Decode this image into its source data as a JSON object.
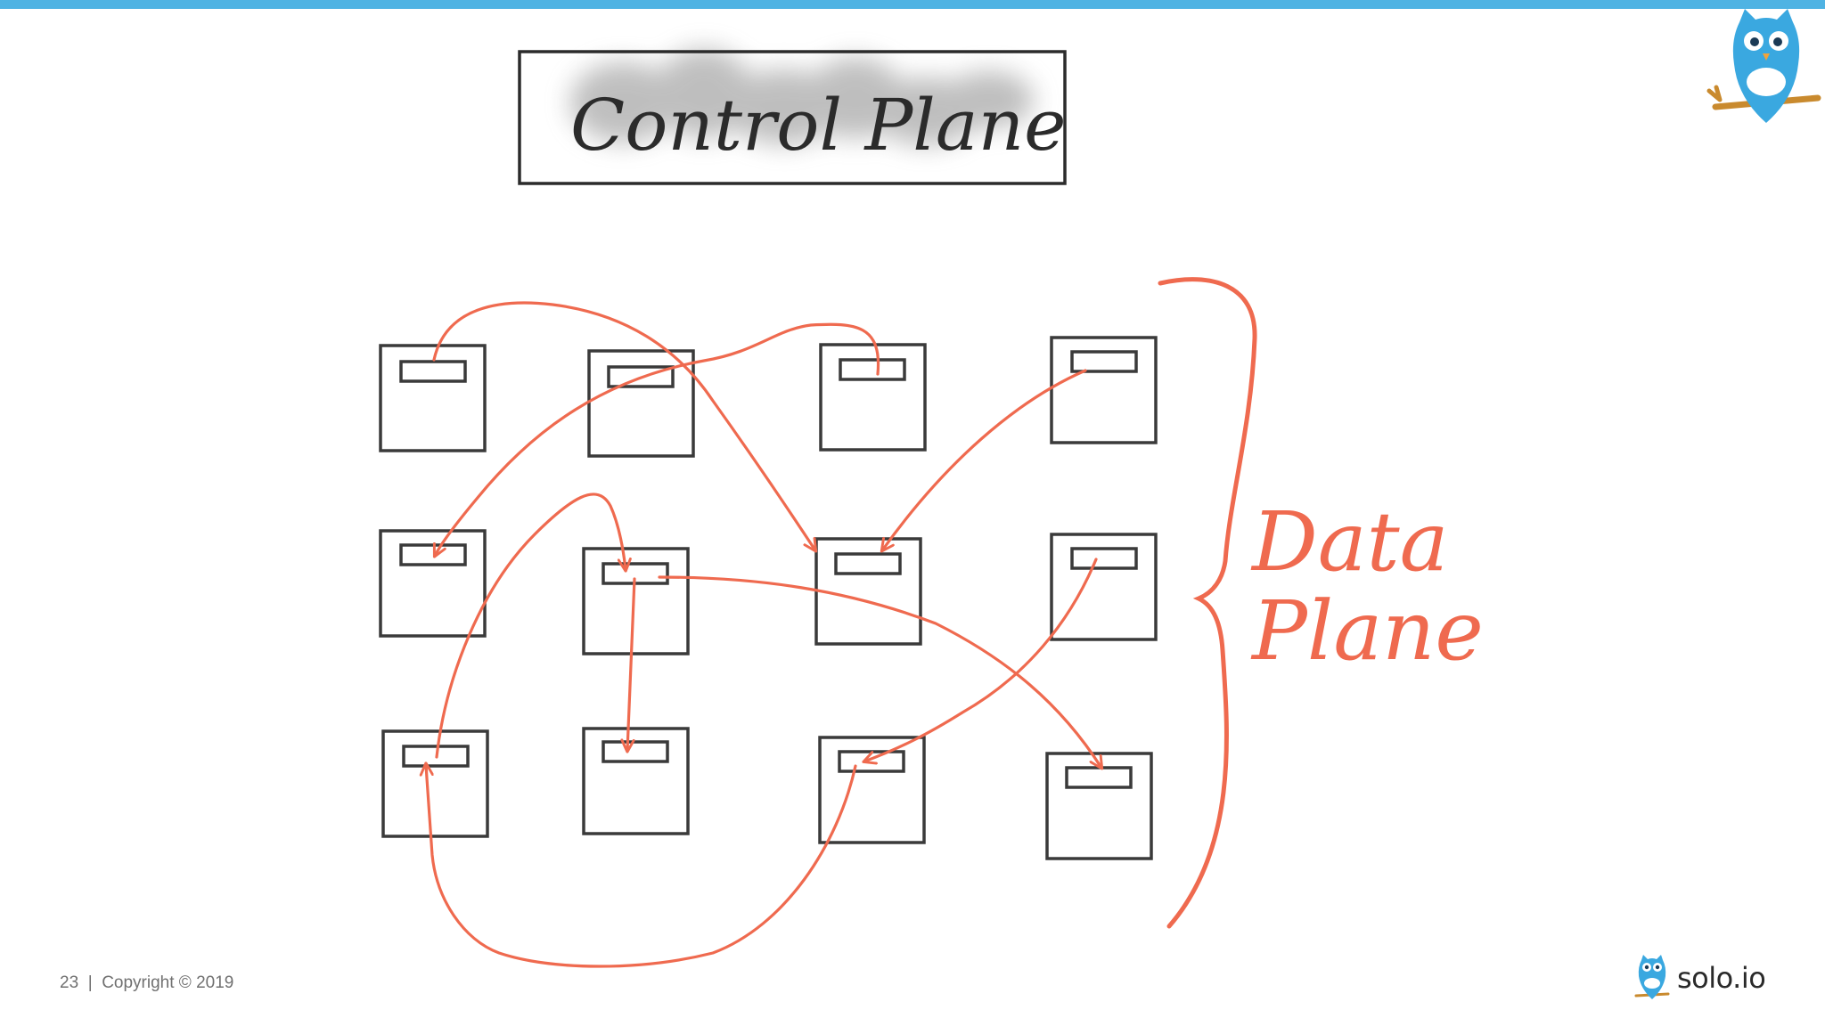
{
  "slide": {
    "title": "Control Plane",
    "data_plane_label_line1": "Data",
    "data_plane_label_line2": "Plane"
  },
  "footer": {
    "page_number": "23",
    "separator": "|",
    "copyright": "Copyright © 2019"
  },
  "brand": {
    "name": "solo.io",
    "logo_icon": "owl-logo-icon"
  },
  "colors": {
    "accent_bar": "#4fb3e3",
    "arrows": "#ef6a4f",
    "boxes": "#3a3a3a"
  }
}
